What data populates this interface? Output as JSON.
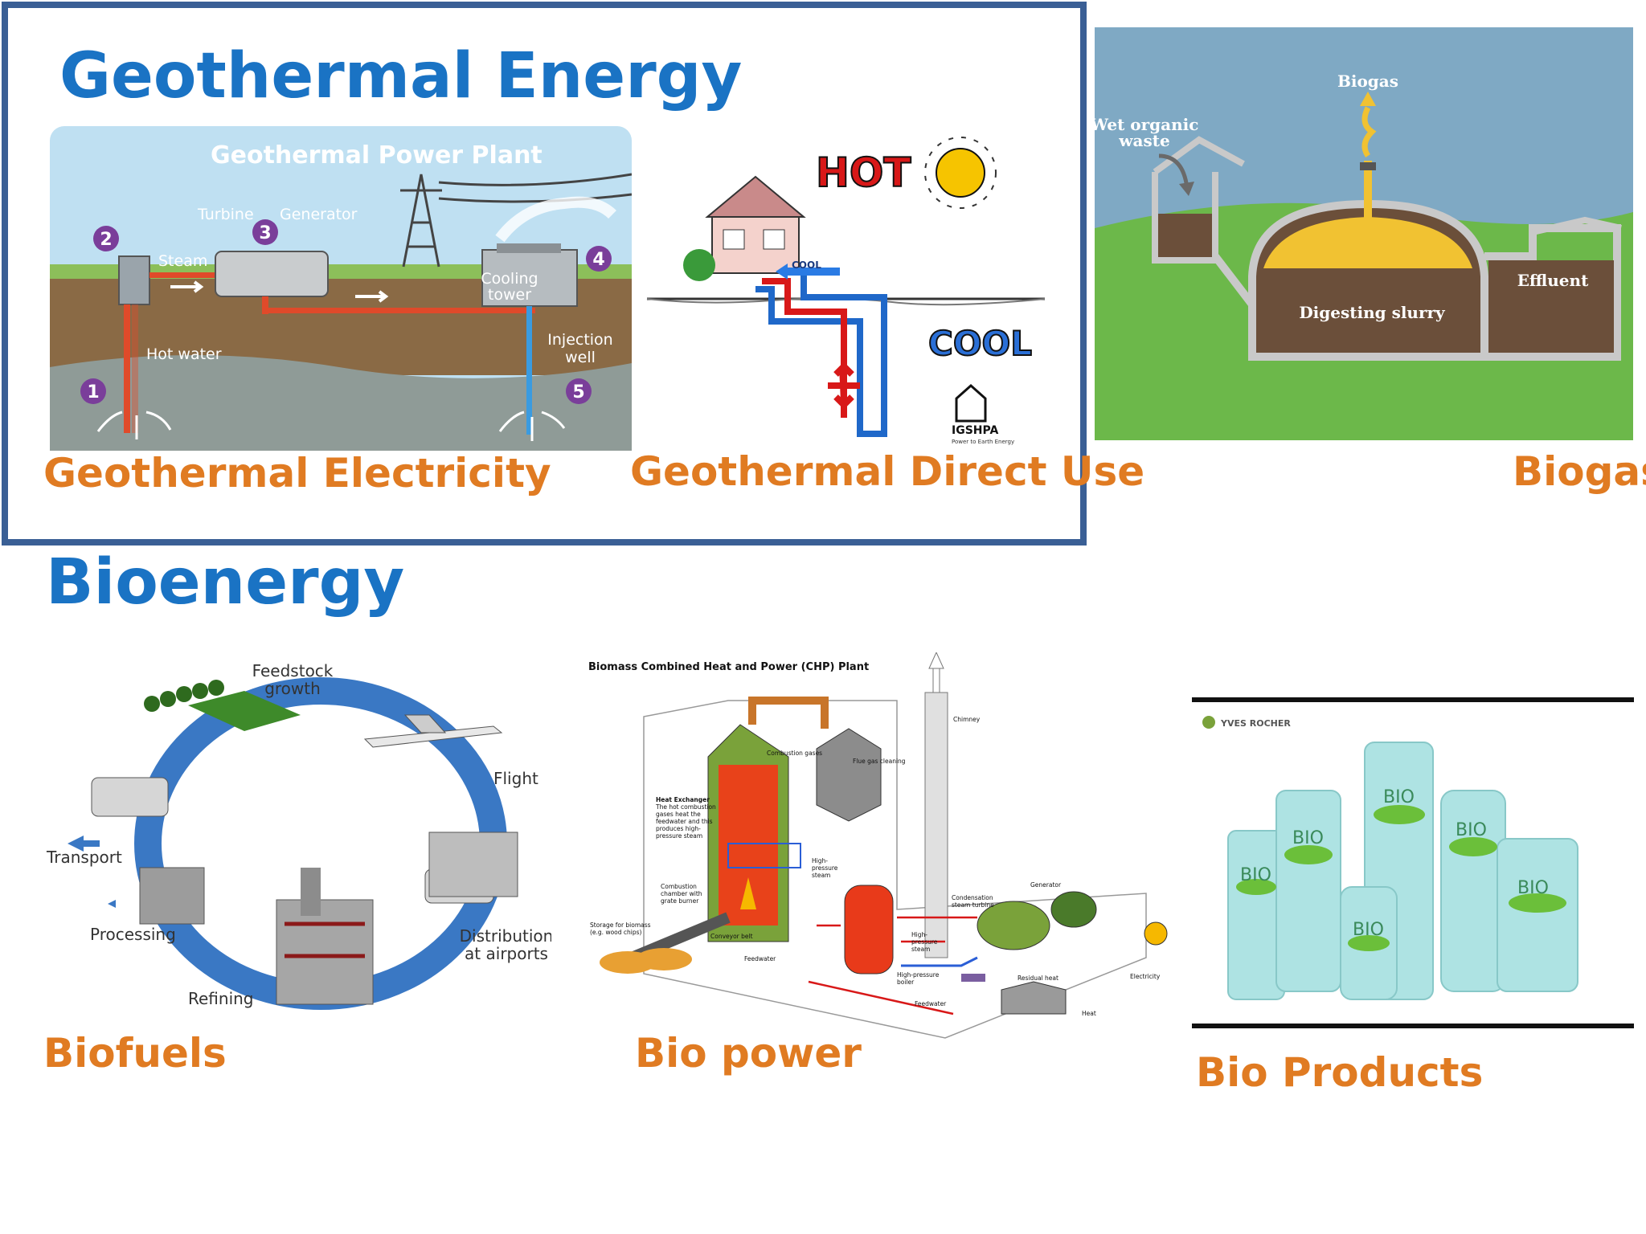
{
  "geothermal": {
    "heading": "Geothermal Energy",
    "power_plant": {
      "title": "Geothermal Power Plant",
      "turbine": "Turbine",
      "generator": "Generator",
      "steam": "Steam",
      "cooling_tower": [
        "Cooling",
        "tower"
      ],
      "hot_water": "Hot water",
      "injection_well": [
        "Injection",
        "well"
      ],
      "steps": [
        "1",
        "2",
        "3",
        "4",
        "5"
      ]
    },
    "direct_use": {
      "hot": "HOT",
      "cool_small": "COOL",
      "cool_large": "COOL",
      "logo": "IGSHPA",
      "logo_tagline": "Power to Earth Energy"
    },
    "captions": {
      "electricity": "Geothermal Electricity",
      "direct_use": "Geothermal Direct Use"
    }
  },
  "biogas": {
    "title": "Biogas",
    "wet_waste": [
      "Wet organic",
      "waste"
    ],
    "digesting": "Digesting slurry",
    "effluent": "Effluent",
    "caption": "Biogas"
  },
  "bioenergy": {
    "heading": "Bioenergy",
    "biofuels": {
      "feedstock": [
        "Feedstock",
        "growth"
      ],
      "flight": "Flight",
      "transport": "Transport",
      "processing": "Processing",
      "distribution": [
        "Distribution",
        "at airports"
      ],
      "refining": "Refining",
      "caption": "Biofuels"
    },
    "chp": {
      "title": "Biomass Combined Heat and Power (CHP) Plant",
      "chimney": "Chimney",
      "combustion_gases": "Combustion gases",
      "flue_gas": "Flue gas cleaning",
      "heat_exchanger": [
        "Heat Exchanger",
        "The hot combustion",
        "gases heat the",
        "feedwater and this",
        "produces high-",
        "pressure steam"
      ],
      "high_pressure_steam": [
        "High-",
        "pressure",
        "steam"
      ],
      "combustion_chamber": [
        "Combustion",
        "chamber with",
        "grate burner"
      ],
      "condensation_turbine": [
        "Condensation",
        "steam turbine"
      ],
      "generator": "Generator",
      "storage": [
        "Storage for biomass",
        "(e.g. wood chips)"
      ],
      "conveyor": "Conveyor belt",
      "feedwater": "Feedwater",
      "feedwater2": "Feedwater",
      "high_pressure_steam2": [
        "High-",
        "pressure",
        "steam"
      ],
      "high_pressure_boiler": [
        "High-pressure",
        "boiler"
      ],
      "residual_heat": "Residual heat",
      "electricity": "Electricity",
      "heat": "Heat",
      "caption": "Bio power"
    },
    "products": {
      "brand": "YVES ROCHER",
      "label": "BIO",
      "caption": "Bio Products"
    }
  },
  "colors": {
    "heading": "#1a73c4",
    "caption": "#e07b22",
    "frame": "#3a5f95"
  }
}
